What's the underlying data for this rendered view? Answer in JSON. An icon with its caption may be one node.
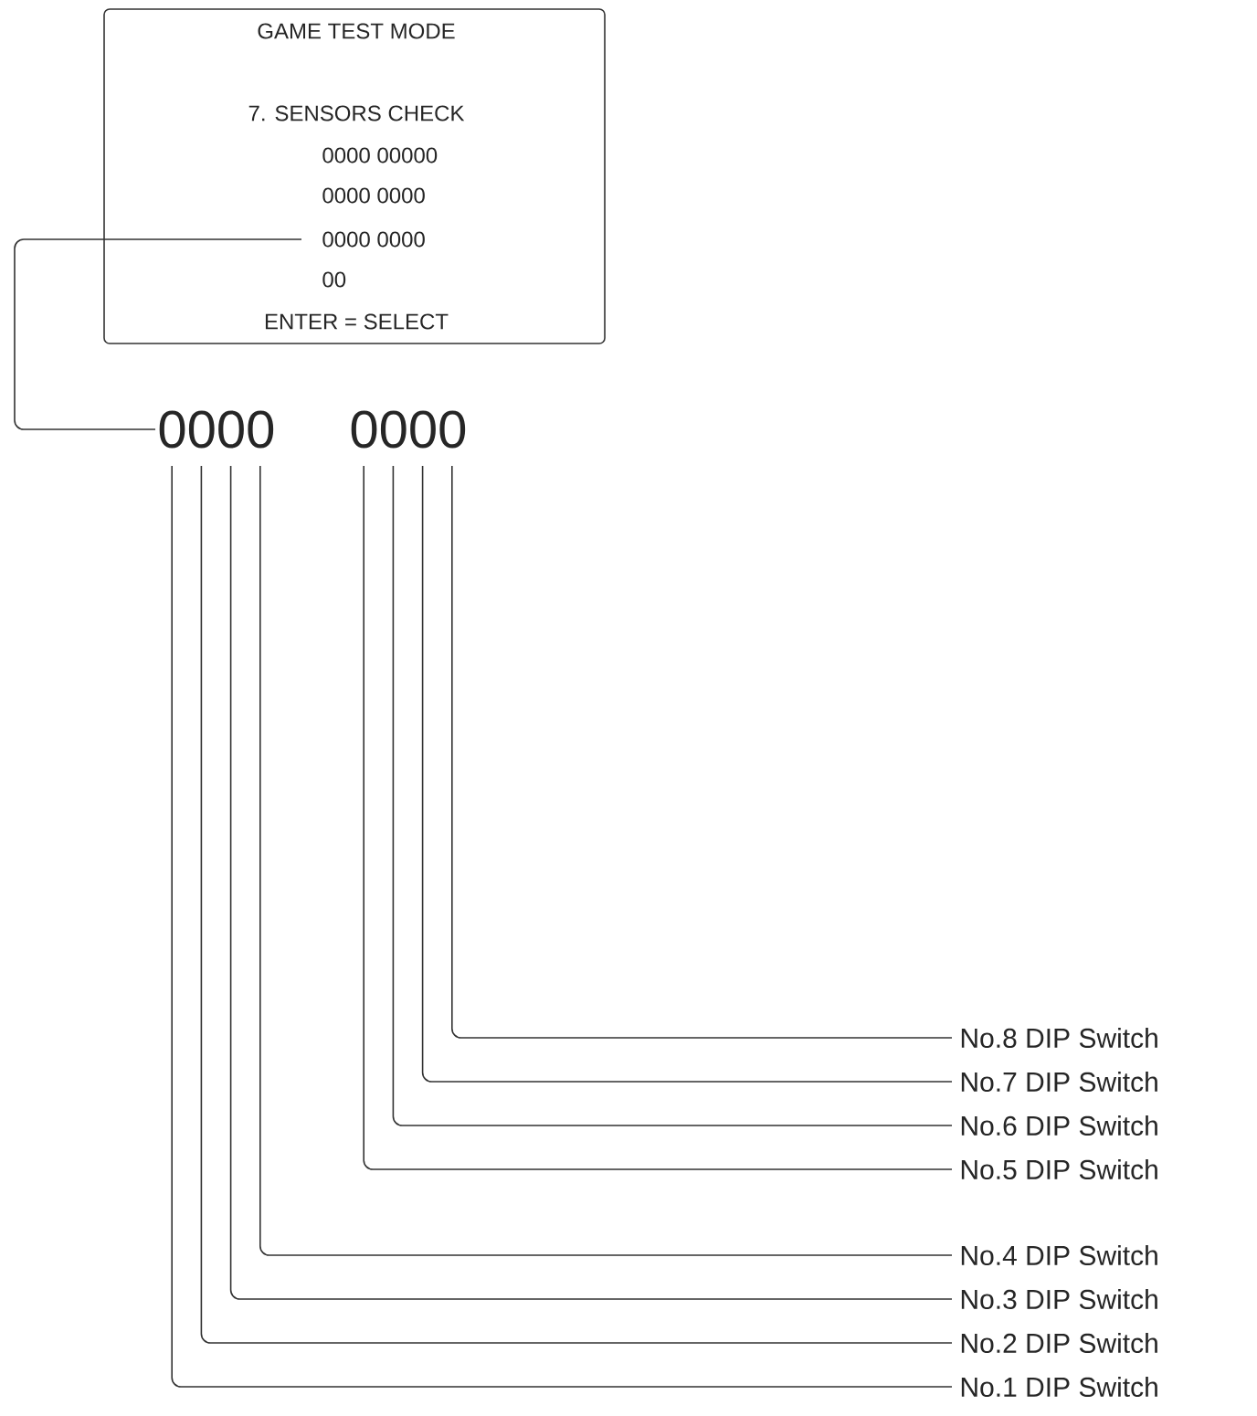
{
  "diagram": {
    "nodes": [
      {
        "text": [
          "GAME TEST MODE",
          "7. SENSORS CHECK",
          "0000 00000",
          "0000 0000",
          "00",
          "ENTER = SELECT"
        ]
      },
      {
        "text": [
          "0000 0000"
        ],
        "in": 0
      },
      {
        "text": [
          "0000"
        ]
      },
      {
        "text": [
          "0000"
        ]
      },
      {
        "text": [
          "No.8 DIP Switch"
        ]
      },
      {
        "text": [
          "No.7 DIP Switch"
        ]
      },
      {
        "text": [
          "No.6 DIP Switch"
        ]
      },
      {
        "text": [
          "No.5 DIP Switch"
        ]
      },
      {
        "text": [
          "No.4 DIP Switch"
        ]
      },
      {
        "text": [
          "No.3 DIP Switch"
        ]
      },
      {
        "text": [
          "No.2 DIP Switch"
        ]
      },
      {
        "text": [
          "No.1 DIP Switch"
        ]
      }
    ],
    "edges": [
      {
        "from": 1,
        "to": 2,
        "arrow": "none"
      },
      {
        "from": 2,
        "to": 11,
        "arrow": "none"
      },
      {
        "from": 2,
        "to": 10,
        "arrow": "none"
      },
      {
        "from": 2,
        "to": 9,
        "arrow": "none"
      },
      {
        "from": 2,
        "to": 8,
        "arrow": "none"
      },
      {
        "from": 3,
        "to": 7,
        "arrow": "none"
      },
      {
        "from": 3,
        "to": 6,
        "arrow": "none"
      },
      {
        "from": 3,
        "to": 5,
        "arrow": "none"
      },
      {
        "from": 3,
        "to": 4,
        "arrow": "none"
      }
    ]
  }
}
